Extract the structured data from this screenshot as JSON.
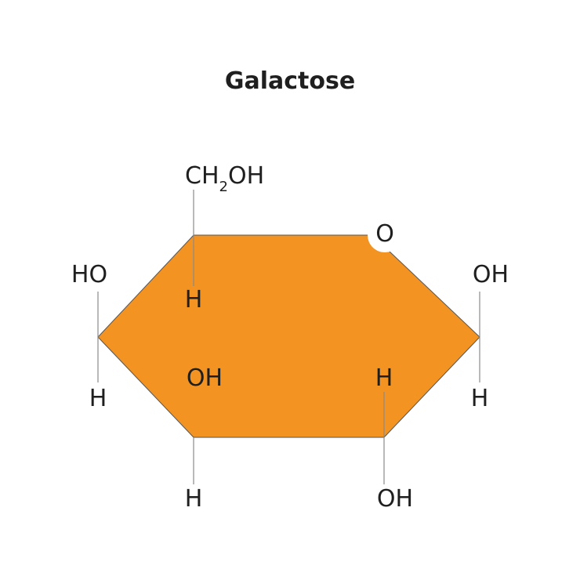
{
  "title": "Galactose",
  "colors": {
    "ring_fill": "#F39322",
    "ring_stroke": "#555555",
    "text": "#1f1f1f"
  },
  "labels": {
    "ch2oh_main": "CH",
    "ch2oh_sub": "2",
    "ch2oh_tail": "OH",
    "ring_oxygen": "O",
    "c1_top": "OH",
    "c1_bottom": "H",
    "c2_top": "H",
    "c2_bottom": "OH",
    "c3_top": "OH",
    "c3_bottom": "H",
    "c4_top": "HO",
    "c4_bottom": "H",
    "c5_bottom": "H"
  }
}
